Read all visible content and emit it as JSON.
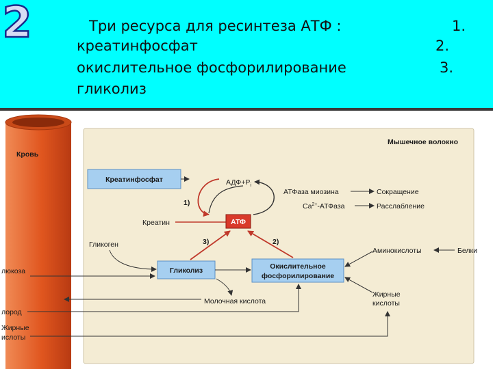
{
  "header": {
    "slide_number": "2",
    "line1": "Три ресурса для ресинтеза АТФ :",
    "line2": "креатинфосфат",
    "line3": "окислительное фосфорилирование",
    "line4": "гликолиз",
    "num1": "1.",
    "num2": "2.",
    "num3": "3."
  },
  "diagram": {
    "blood_label": "Кровь",
    "fiber_label": "Мышечное волокно",
    "creatine_phosphate": "Креатинфосфат",
    "adp": "АДФ+Р",
    "adp_sub": "i",
    "path1": "1)",
    "path2": "2)",
    "path3": "3)",
    "creatine": "Креатин",
    "atp": "АТФ",
    "myosin_atpase": "АТФаза миозина",
    "contraction": "Сокращение",
    "ca_prefix": "Ca",
    "ca_sup": "2+",
    "ca_suffix": "-АТФаза",
    "relaxation": "Расслабление",
    "glycogen": "Гликоген",
    "glycolysis": "Гликолиз",
    "oxphos_line1": "Окислительное",
    "oxphos_line2": "фосфорилирование",
    "amino_acids": "Аминокислоты",
    "proteins": "Белки",
    "glucose": "люкоза",
    "lactic_acid": "Молочная кислота",
    "oxygen": "лород",
    "fatty_acids_line1": "Жирные",
    "fatty_acids_line2": "кислоты",
    "fatty_left_line1": "Жирные",
    "fatty_left_line2": "ислоты"
  },
  "colors": {
    "header_bg": "#00ffff",
    "slide_number_fill": "#d6dcf4",
    "slide_number_stroke": "#1a2a8a",
    "vessel": "#e0561f",
    "panel": "#f4ecd4",
    "box_blue": "#a6cff0",
    "atp_red": "#d93a2a",
    "arrow_red": "#c0392b",
    "arrow_dark": "#333333"
  }
}
